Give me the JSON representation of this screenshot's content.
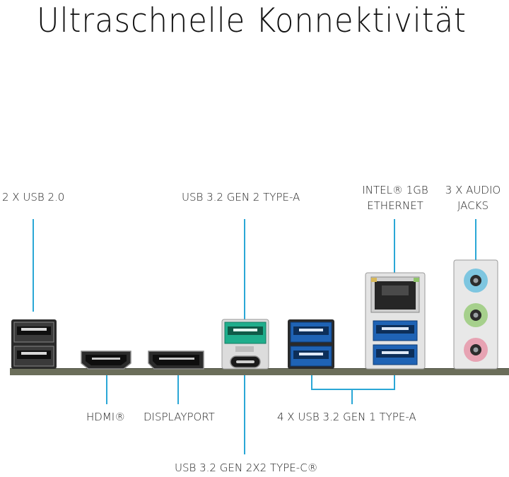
{
  "title": "Ultraschnelle Konnektivität",
  "labels": {
    "usb20": "2 X USB 2.0",
    "usb32g2a": "USB 3.2 GEN 2 TYPE-A",
    "ethernet_line1": "INTEL® 1GB",
    "ethernet_line2": "ETHERNET",
    "audio_line1": "3 X AUDIO",
    "audio_line2": "JACKS",
    "hdmi": "HDMI®",
    "displayport": "DISPLAYPORT",
    "usb32g1a": "4 X USB 3.2 GEN 1 TYPE-A",
    "usbc": "USB 3.2 GEN 2X2 TYPE-C®"
  },
  "colors": {
    "accent_line": "#2aa7d6",
    "usb2_port": "#1a1a1a",
    "usb32g2_port": "#1fae8c",
    "usb32g1_port": "#1f63b5",
    "audio_blue": "#7ec6e0",
    "audio_green": "#a6d08c",
    "audio_pink": "#e7a3b3",
    "board": "#6b6e5a"
  }
}
